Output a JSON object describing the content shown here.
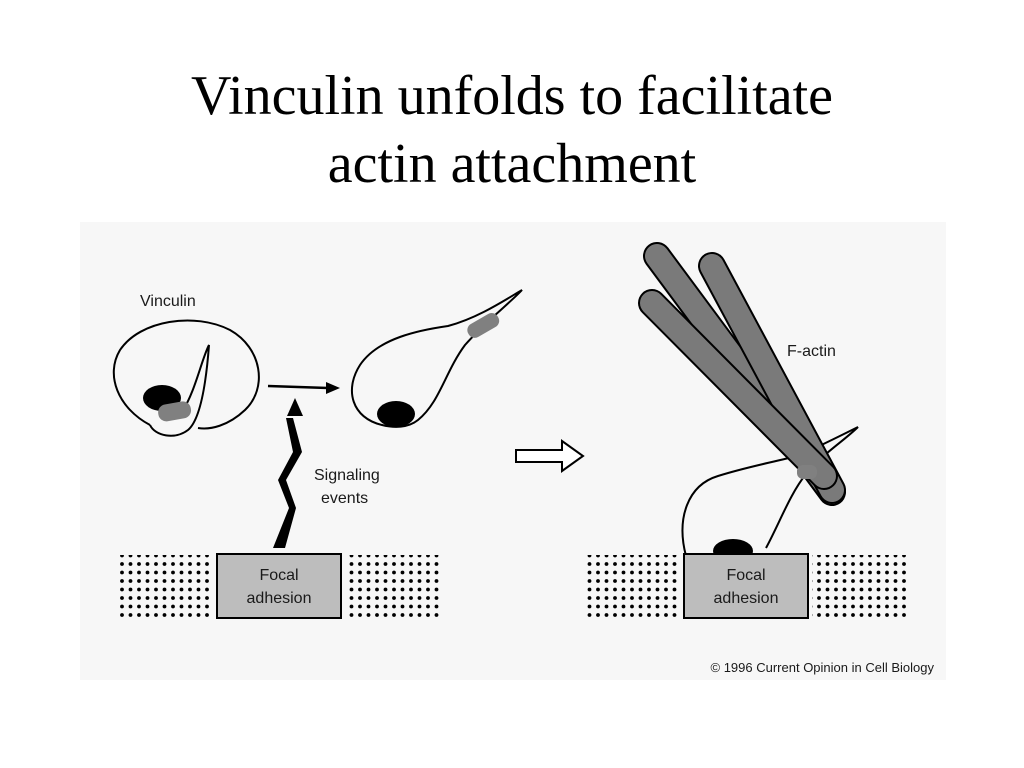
{
  "slide": {
    "title_line1": "Vinculin unfolds to facilitate",
    "title_line2": "actin attachment"
  },
  "figure": {
    "label_vinculin": "Vinculin",
    "label_signaling_line1": "Signaling",
    "label_signaling_line2": "events",
    "focal_adhesion_left_line1": "Focal",
    "focal_adhesion_left_line2": "adhesion",
    "focal_adhesion_right_line1": "Focal",
    "focal_adhesion_right_line2": "adhesion",
    "label_factin": "F-actin",
    "copyright": "© 1996 Current Opinion in Cell Biology"
  },
  "colors": {
    "box_fill": "#bdbdbd",
    "actin_fill": "#7a7a7a",
    "binding_site": "#808080",
    "head": "#000000"
  }
}
